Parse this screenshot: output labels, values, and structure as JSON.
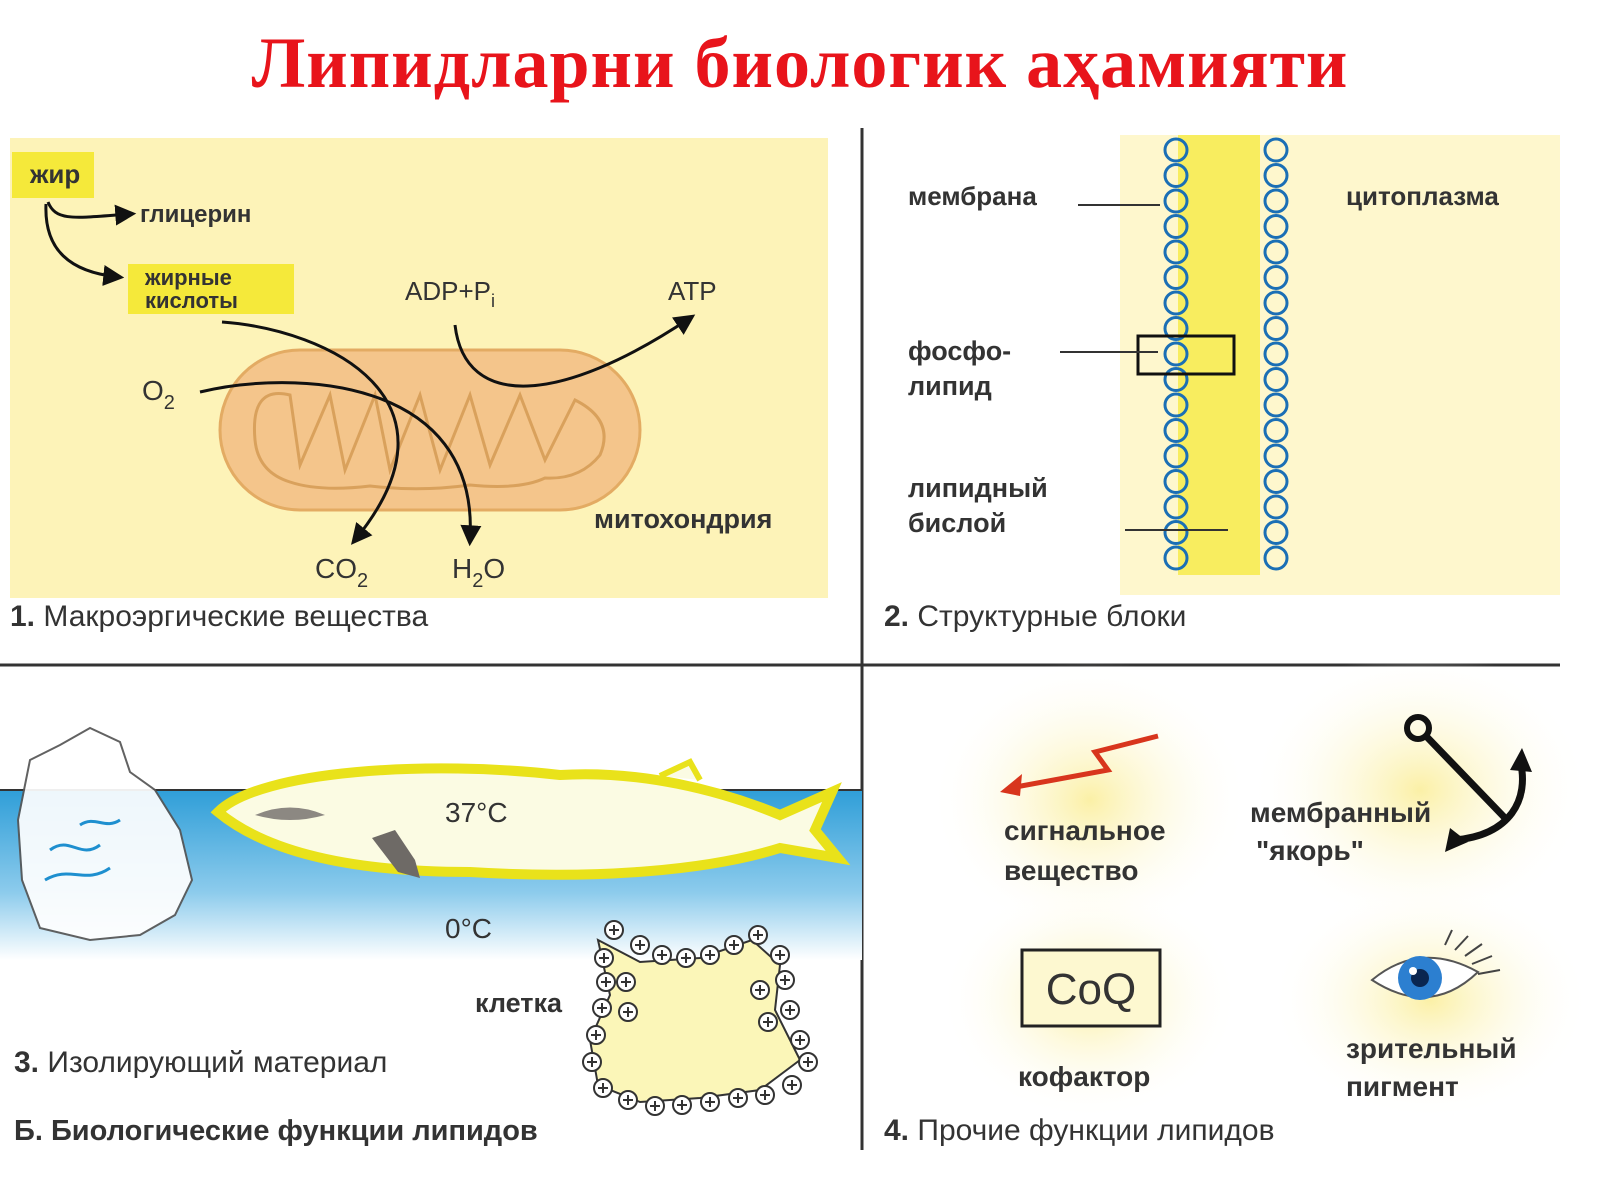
{
  "title": "Липидларни биологик аҳамияти",
  "colors": {
    "title": "#e8141b",
    "panel_yellow": "#fdf3b8",
    "highlight_yellow": "#f5e93a",
    "mito_fill": "#f4c58b",
    "mito_stroke": "#d9a15c",
    "water_blue": "#3aa6dc",
    "membrane_blue": "#1b6fb5",
    "whale_yellow": "#e9e21a",
    "signal_red": "#d8351d"
  },
  "panel1": {
    "fat": "жир",
    "glycerol": "глицерин",
    "fatty_acids_1": "жирные",
    "fatty_acids_2": "кислоты",
    "adp": "ADP+P",
    "adp_sub": "i",
    "atp": "ATP",
    "o2": "O",
    "o2_sub": "2",
    "co2": "CO",
    "co2_sub": "2",
    "h2o_h": "H",
    "h2o_sub": "2",
    "h2o_o": "O",
    "mitochondria": "митохондрия",
    "caption_num": "1.",
    "caption": "Макроэргические вещества"
  },
  "panel2": {
    "membrane": "мембрана",
    "cytoplasm": "цитоплазма",
    "phospholipid_1": "фосфо-",
    "phospholipid_2": "липид",
    "bilayer_1": "липидный",
    "bilayer_2": "бислой",
    "caption_num": "2.",
    "caption": "Структурные блоки"
  },
  "panel3": {
    "temp_body": "37°C",
    "temp_water": "0°C",
    "cell": "клетка",
    "caption_num": "3.",
    "caption": "Изолирующий материал"
  },
  "panel4": {
    "signal_1": "сигнальное",
    "signal_2": "вещество",
    "anchor_1": "мембранный",
    "anchor_2": "\"якорь\"",
    "coq": "CoQ",
    "cofactor": "кофактор",
    "pigment_1": "зрительный",
    "pigment_2": "пигмент",
    "caption_num": "4.",
    "caption": "Прочие функции липидов"
  },
  "footer": "Б. Биологические функции липидов"
}
